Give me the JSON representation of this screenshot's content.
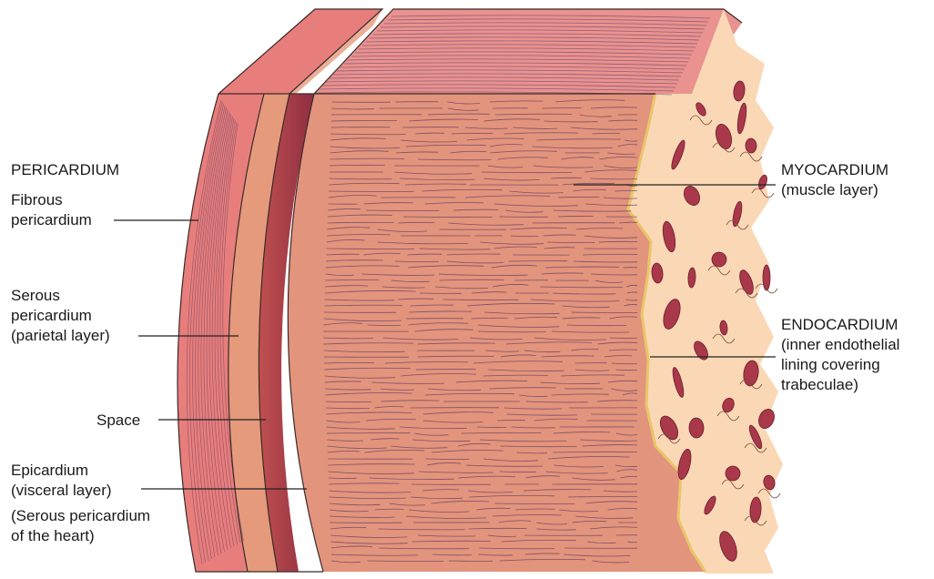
{
  "colors": {
    "fibrous": "#e87e7c",
    "parietal": "#e59a7c",
    "space": "#a63c4a",
    "myocardium": "#e3947c",
    "myocardium_top": "#e9928f",
    "endocardium_fill": "#fbd8b5",
    "endocardium_edge": "#e8c66a",
    "trabecula": "#a9384a",
    "fiber": "#5a3a60",
    "leader": "#222222"
  },
  "labels": {
    "pericardium": {
      "title": "PERICARDIUM"
    },
    "fibrous": {
      "line1": "Fibrous",
      "line2": "pericardium"
    },
    "serous": {
      "line1": "Serous",
      "line2": "pericardium",
      "line3": "(parietal layer)"
    },
    "space": {
      "line1": "Space"
    },
    "epicardium": {
      "line1": "Epicardium",
      "line2": "(visceral layer)",
      "line3": "(Serous pericardium",
      "line4": "of the heart)"
    },
    "myocardium": {
      "line1": "MYOCARDIUM",
      "line2": "(muscle layer)"
    },
    "endocardium": {
      "line1": "ENDOCARDIUM",
      "line2": "(inner endothelial",
      "line3": "lining covering",
      "line4": "trabeculae)"
    }
  }
}
